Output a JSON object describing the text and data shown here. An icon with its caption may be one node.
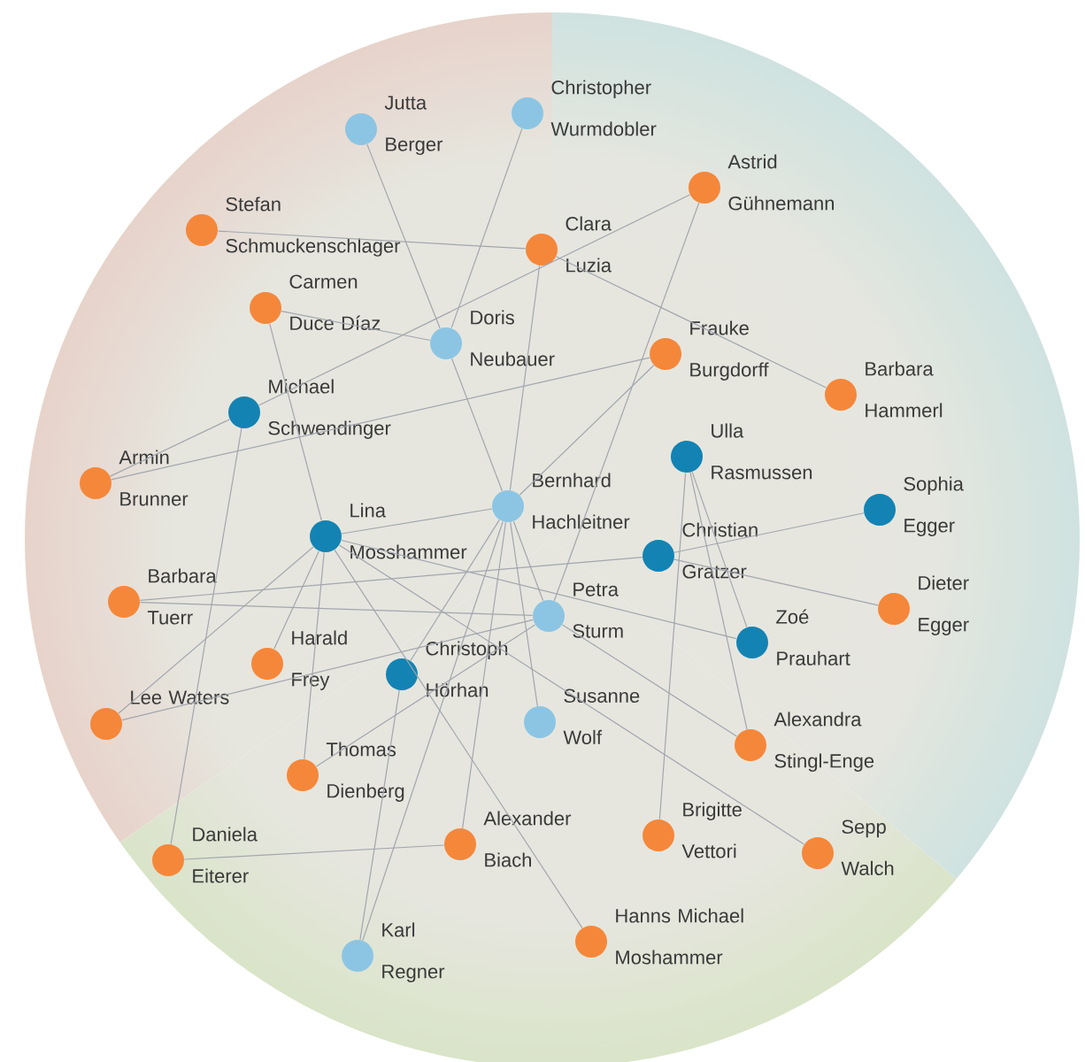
{
  "diagram": {
    "nodes": [
      {
        "text": [
          "Jutta Berger"
        ]
      },
      {
        "text": [
          "Christopher Wurmdobler"
        ]
      },
      {
        "text": [
          "Astrid Gühnemann"
        ]
      },
      {
        "text": [
          "Stefan Schmuckenschlager"
        ]
      },
      {
        "text": [
          "Clara Luzia"
        ]
      },
      {
        "text": [
          "Carmen Duce Díaz"
        ]
      },
      {
        "text": [
          "Doris Neubauer"
        ]
      },
      {
        "text": [
          "Frauke Burgdorff"
        ]
      },
      {
        "text": [
          "Barbara Hammerl"
        ]
      },
      {
        "text": [
          "Michael Schwendinger"
        ]
      },
      {
        "text": [
          "Armin Brunner"
        ]
      },
      {
        "text": [
          "Ulla Rasmussen"
        ]
      },
      {
        "text": [
          "Bernhard Hachleitner"
        ]
      },
      {
        "text": [
          "Sophia Egger"
        ]
      },
      {
        "text": [
          "Lina Mosshammer"
        ]
      },
      {
        "text": [
          "Christian Gratzer"
        ]
      },
      {
        "text": [
          "Barbara Tuerr"
        ]
      },
      {
        "text": [
          "Dieter Egger"
        ]
      },
      {
        "text": [
          "Petra Sturm"
        ]
      },
      {
        "text": [
          "Zoé Prauhart"
        ]
      },
      {
        "text": [
          "Harald Frey"
        ]
      },
      {
        "text": [
          "Christoph Hörhan"
        ]
      },
      {
        "text": [
          "Lee Waters"
        ]
      },
      {
        "text": [
          "Susanne Wolf"
        ]
      },
      {
        "text": [
          "Alexandra Stingl-Enge"
        ]
      },
      {
        "text": [
          "Thomas Dienberg"
        ]
      },
      {
        "text": [
          "Brigitte Vettori"
        ]
      },
      {
        "text": [
          "Alexander Biach"
        ]
      },
      {
        "text": [
          "Sepp Walch"
        ]
      },
      {
        "text": [
          "Daniela Eiterer"
        ]
      },
      {
        "text": [
          "Hanns Michael Moshammer"
        ]
      },
      {
        "text": [
          "Karl Regner"
        ]
      }
    ],
    "edges": [
      {
        "from": 0,
        "to": 6,
        "arrow": "none"
      },
      {
        "from": 1,
        "to": 6,
        "arrow": "none"
      },
      {
        "from": 3,
        "to": 4,
        "arrow": "none"
      },
      {
        "from": 5,
        "to": 6,
        "arrow": "none"
      },
      {
        "from": 5,
        "to": 14,
        "arrow": "none"
      },
      {
        "from": 4,
        "to": 8,
        "arrow": "none"
      },
      {
        "from": 4,
        "to": 12,
        "arrow": "none"
      },
      {
        "from": 2,
        "to": 9,
        "arrow": "none"
      },
      {
        "from": 2,
        "to": 18,
        "arrow": "none"
      },
      {
        "from": 6,
        "to": 12,
        "arrow": "none"
      },
      {
        "from": 7,
        "to": 10,
        "arrow": "none"
      },
      {
        "from": 7,
        "to": 12,
        "arrow": "none"
      },
      {
        "from": 9,
        "to": 10,
        "arrow": "none"
      },
      {
        "from": 9,
        "to": 29,
        "arrow": "none"
      },
      {
        "from": 11,
        "to": 26,
        "arrow": "none"
      },
      {
        "from": 11,
        "to": 19,
        "arrow": "none"
      },
      {
        "from": 11,
        "to": 24,
        "arrow": "none"
      },
      {
        "from": 13,
        "to": 15,
        "arrow": "none"
      },
      {
        "from": 15,
        "to": 17,
        "arrow": "none"
      },
      {
        "from": 16,
        "to": 15,
        "arrow": "none"
      },
      {
        "from": 16,
        "to": 18,
        "arrow": "none"
      },
      {
        "from": 12,
        "to": 14,
        "arrow": "none"
      },
      {
        "from": 12,
        "to": 18,
        "arrow": "none"
      },
      {
        "from": 12,
        "to": 23,
        "arrow": "none"
      },
      {
        "from": 12,
        "to": 21,
        "arrow": "none"
      },
      {
        "from": 12,
        "to": 31,
        "arrow": "none"
      },
      {
        "from": 12,
        "to": 27,
        "arrow": "none"
      },
      {
        "from": 14,
        "to": 22,
        "arrow": "none"
      },
      {
        "from": 14,
        "to": 20,
        "arrow": "none"
      },
      {
        "from": 14,
        "to": 25,
        "arrow": "none"
      },
      {
        "from": 14,
        "to": 30,
        "arrow": "none"
      },
      {
        "from": 14,
        "to": 19,
        "arrow": "none"
      },
      {
        "from": 14,
        "to": 28,
        "arrow": "none"
      },
      {
        "from": 18,
        "to": 22,
        "arrow": "none"
      },
      {
        "from": 18,
        "to": 25,
        "arrow": "none"
      },
      {
        "from": 18,
        "to": 24,
        "arrow": "none"
      },
      {
        "from": 21,
        "to": 31,
        "arrow": "none"
      },
      {
        "from": 27,
        "to": 29,
        "arrow": "none"
      }
    ]
  }
}
